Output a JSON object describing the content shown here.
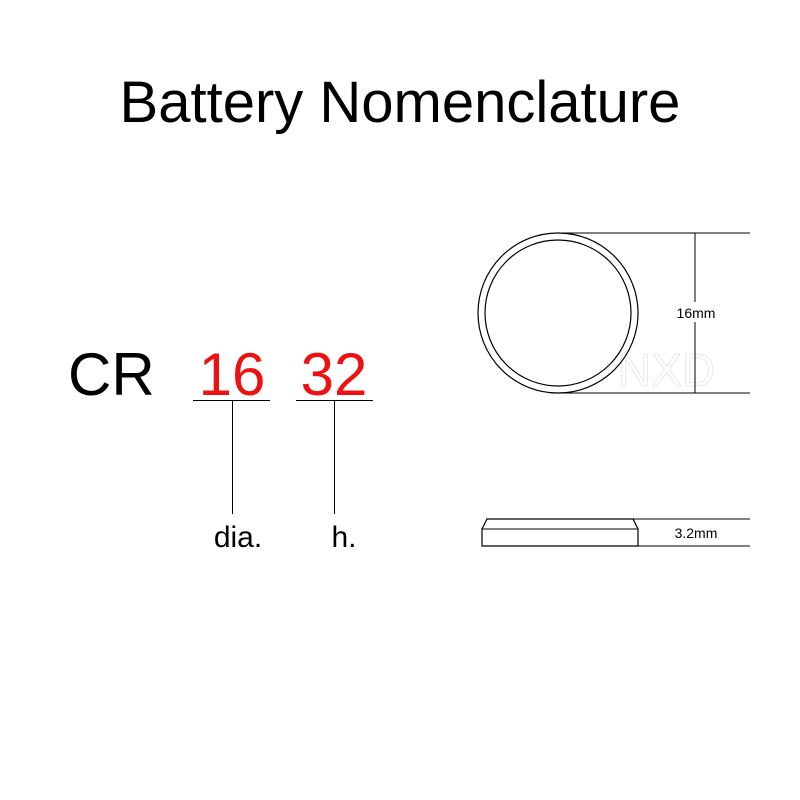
{
  "title": "Battery Nomenclature",
  "code": {
    "letters": "CR",
    "diameter_digits": "16",
    "height_digits": "32",
    "digit_color": "#ee1111"
  },
  "labels": {
    "diameter": "dia.",
    "height": "h."
  },
  "dimensions": {
    "diameter": "16mm",
    "height": "3.2mm"
  },
  "watermark": "NXD"
}
